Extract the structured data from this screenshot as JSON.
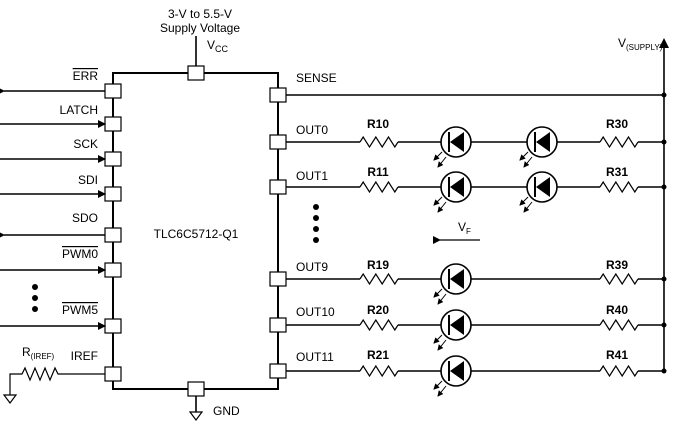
{
  "supply": {
    "line1": "3-V to 5.5-V",
    "line2": "Supply Voltage",
    "vcc": "V",
    "vcc_sub": "CC"
  },
  "vsupply": {
    "main": "V",
    "sub": "(SUPPLY)"
  },
  "chip": {
    "name": "TLC6C5712-Q1",
    "gnd": "GND"
  },
  "left_pins": {
    "err": "ERR",
    "latch": "LATCH",
    "sck": "SCK",
    "sdi": "SDI",
    "sdo": "SDO",
    "pwm0": "PWM0",
    "pwm5": "PWM5",
    "iref": "IREF"
  },
  "riref": {
    "main": "R",
    "sub": "(IREF)"
  },
  "right_pins": {
    "sense": "SENSE",
    "out0": "OUT0",
    "out1": "OUT1",
    "out9": "OUT9",
    "out10": "OUT10",
    "out11": "OUT11"
  },
  "resistors_left": {
    "r10": "R10",
    "r11": "R11",
    "r19": "R19",
    "r20": "R20",
    "r21": "R21"
  },
  "resistors_right": {
    "r30": "R30",
    "r31": "R31",
    "r39": "R39",
    "r40": "R40",
    "r41": "R41"
  },
  "vf": {
    "main": "V",
    "sub": "F"
  }
}
